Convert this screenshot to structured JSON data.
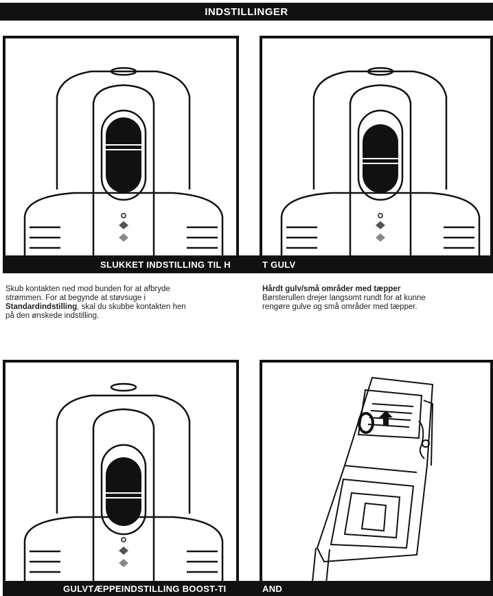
{
  "header": {
    "title": "INDSTILLINGER"
  },
  "captions": {
    "top_left": "SLUKKET INDSTILLING TIL H",
    "top_right": "T GULV",
    "bottom_left": "GULVTÆPPEINDSTILLING BOOST-TI",
    "bottom_right": "AND"
  },
  "text_left": {
    "line1": "Skub kontakten ned mod bunden for at afbryde",
    "line2": "strømmen. For at begynde at støvsuge i",
    "line3_bold": "Standardindstilling",
    "line3_rest": ", skal du skubbe kontakten hen",
    "line4": "på den ønskede indstilling."
  },
  "text_right": {
    "heading": "Hårdt gulv/små områder med tæpper",
    "line1": "Børsterullen drejer langsomt rundt for at kunne",
    "line2": "rengøre gulve og små områder med tæpper."
  }
}
